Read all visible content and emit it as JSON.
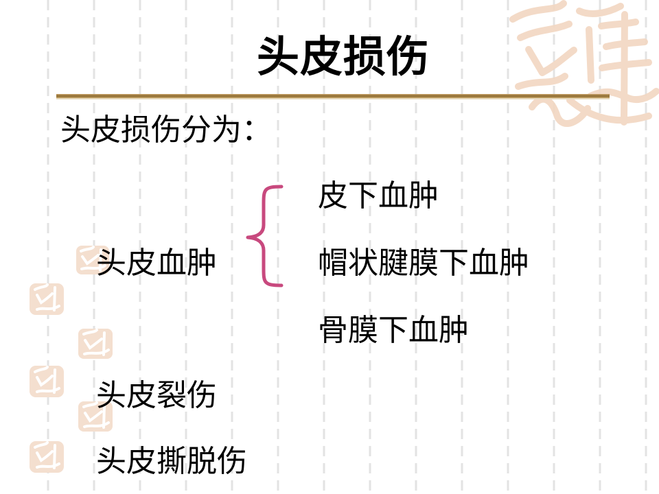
{
  "slide": {
    "title": "头皮损伤",
    "intro": "头皮损伤分为：",
    "categories": [
      {
        "label": "头皮血肿",
        "subtypes": [
          "皮下血肿",
          "帽状腱膜下血肿",
          "骨膜下血肿"
        ]
      },
      {
        "label": "头皮裂伤"
      },
      {
        "label": "头皮撕脱伤"
      }
    ]
  },
  "colors": {
    "background": "#ffffff",
    "text": "#000000",
    "rule": "#a47e3b",
    "brace": "#c8497e",
    "watermark": "#f3dcc8",
    "grid_dash": "#dedede"
  },
  "icons": {
    "brace": "curly-brace-icon",
    "seal": "decorative-seal-icon"
  }
}
